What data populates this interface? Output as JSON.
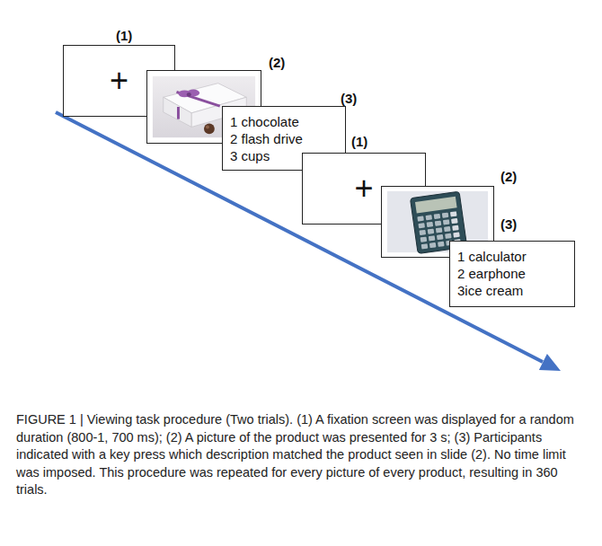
{
  "diagram": {
    "caption": "FIGURE 1 | Viewing task procedure (Two trials). (1) A fixation screen was displayed for a random duration (800-1, 700 ms); (2) A picture of the product was presented for 3 s; (3) Participants indicated with a key press which description matched the product seen in slide (2). No time limit was imposed. This procedure was repeated for every picture of every product, resulting in 360 trials.",
    "nodes": [
      {
        "text": [
          "(1)",
          "+"
        ]
      },
      {
        "text": [
          "(2)"
        ]
      },
      {
        "text": [
          "(3)",
          "1 chocolate",
          "2 flash drive",
          "3 cups"
        ]
      },
      {
        "text": [
          "(1)",
          "+"
        ]
      },
      {
        "text": [
          "(2)"
        ]
      },
      {
        "text": [
          "(3)",
          "1 calculator",
          "2 earphone",
          "3ice cream"
        ]
      }
    ]
  }
}
